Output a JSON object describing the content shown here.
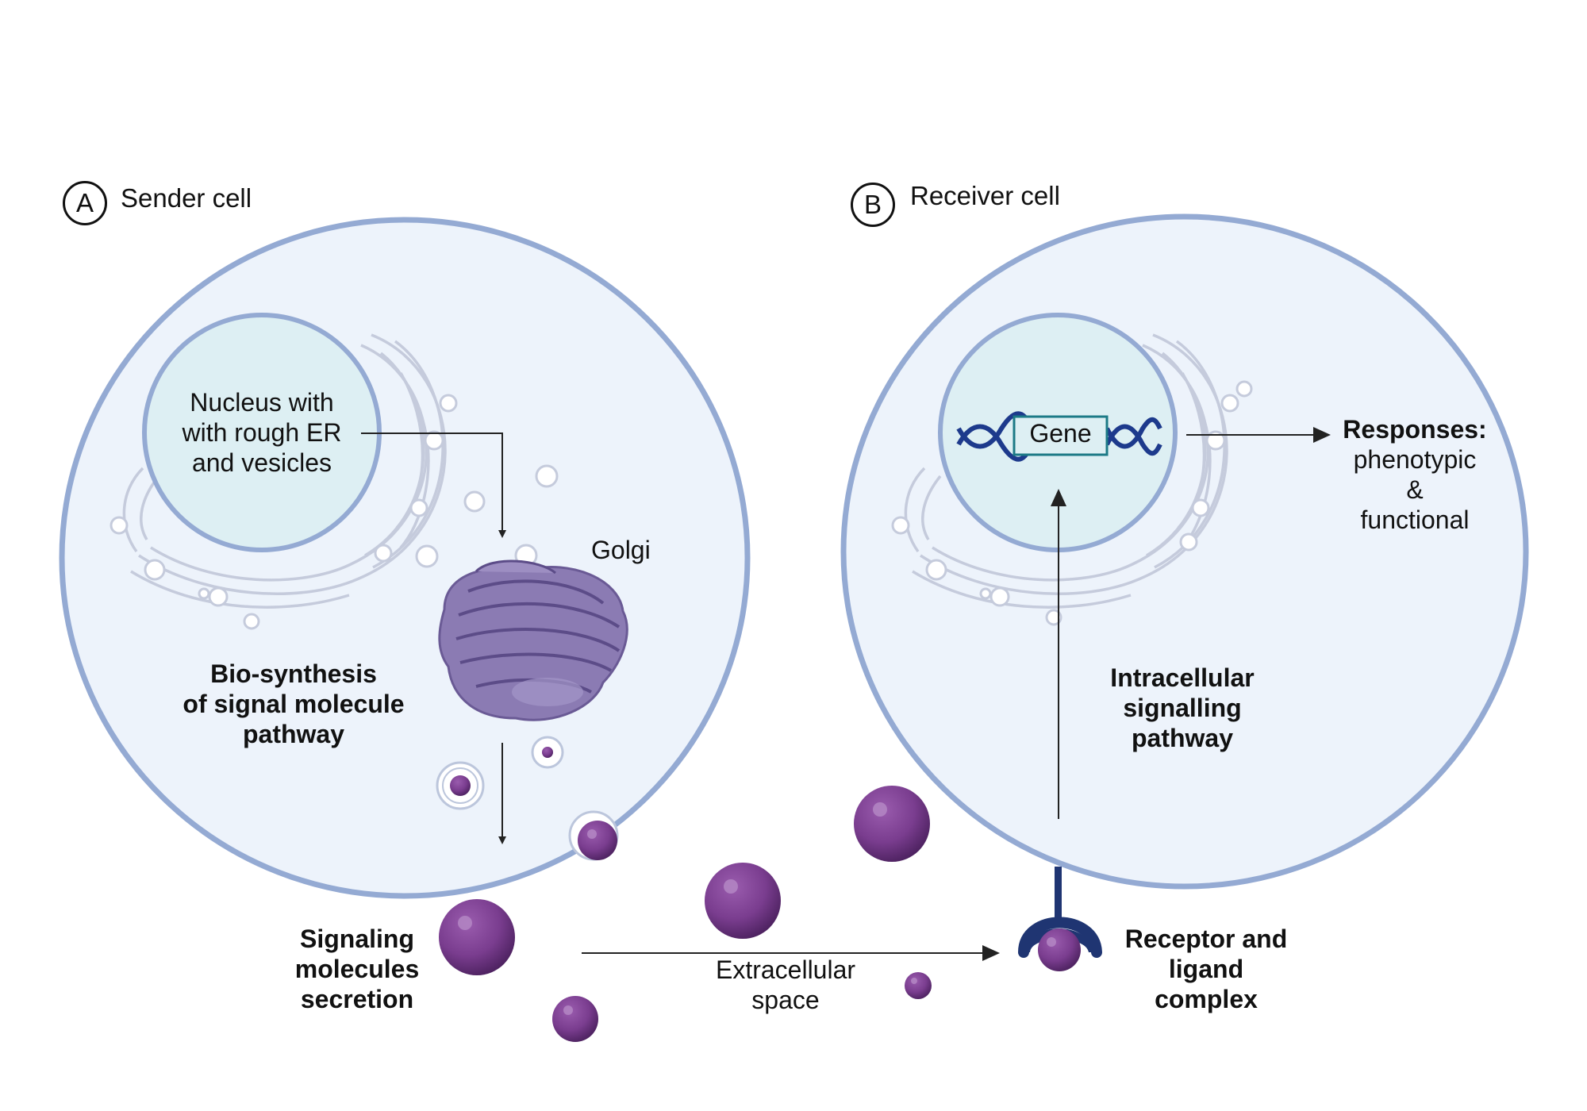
{
  "panel_a": {
    "badge": "A",
    "title": "Sender cell"
  },
  "panel_b": {
    "badge": "B",
    "title": "Receiver cell"
  },
  "sender": {
    "nucleus_line1": "Nucleus with",
    "nucleus_line2": "with rough ER",
    "nucleus_line3": "and vesicles",
    "golgi": "Golgi",
    "biosynthesis_line1": "Bio-synthesis",
    "biosynthesis_line2": "of signal molecule",
    "biosynthesis_line3": "pathway"
  },
  "secretion": {
    "line1": "Signaling",
    "line2": "molecules",
    "line3": "secretion"
  },
  "extracellular": {
    "line1": "Extracellular",
    "line2": "space"
  },
  "receiver": {
    "gene": "Gene",
    "responses_title": "Responses:",
    "responses_line1": "phenotypic",
    "responses_line2": "&",
    "responses_line3": "functional",
    "intracellular_line1": "Intracellular",
    "intracellular_line2": "signalling",
    "intracellular_line3": "pathway"
  },
  "receptor": {
    "line1": "Receptor and",
    "line2": "ligand",
    "line3": "complex"
  },
  "colors": {
    "cell_fill": "#edf3fb",
    "cell_border": "#94aad3",
    "nucleus_fill": "#ddeff3",
    "er_stroke": "#c5cbdc",
    "molecule": "#7a3d8f",
    "golgi": "#8b7bb3",
    "dna": "#1d3a8c",
    "gene_box": "#1c7a86",
    "receptor": "#1f3572"
  }
}
